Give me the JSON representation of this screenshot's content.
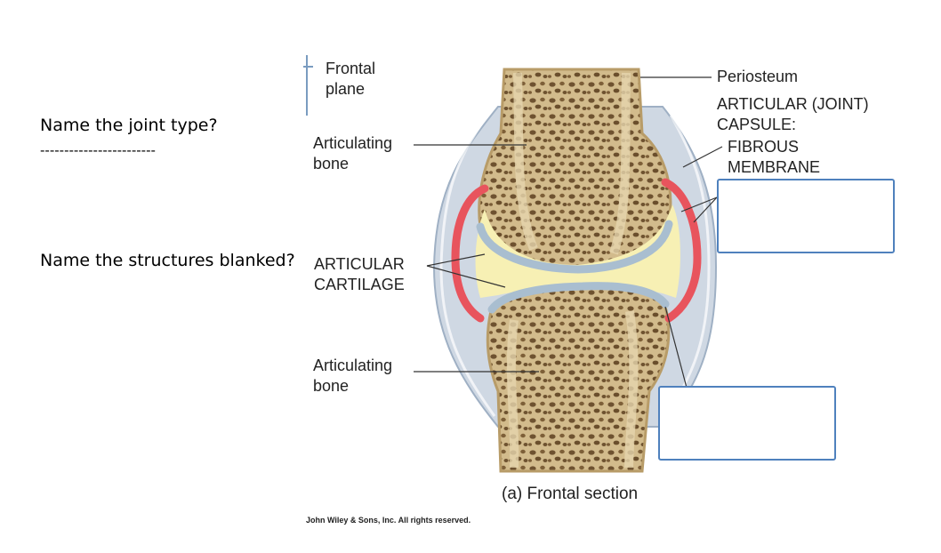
{
  "questions": {
    "joint_type": "Name the joint type?",
    "answer_line": "------------------------",
    "structures": "Name the structures blanked?"
  },
  "labels": {
    "frontal_plane": [
      "Frontal",
      "plane"
    ],
    "articulating_bone_top": [
      "Articulating",
      "bone"
    ],
    "articular_cartilage": [
      "ARTICULAR",
      "CARTILAGE"
    ],
    "articulating_bone_bottom": [
      "Articulating",
      "bone"
    ],
    "periosteum": "Periosteum",
    "capsule": [
      "ARTICULAR (JOINT)",
      "CAPSULE:"
    ],
    "fibrous_membrane": [
      "FIBROUS",
      "MEMBRANE"
    ]
  },
  "caption": "(a) Frontal section",
  "credit": "John Wiley & Sons, Inc. All rights reserved.",
  "colors": {
    "bone": "#d9c49a",
    "bone_dark": "#8a6a3e",
    "cartilage": "#a9bed0",
    "synovial_fluid": "#f7f0b4",
    "synovial_membrane": "#e8545d",
    "capsule": "#c9d3df",
    "blank_border": "#4f81bd"
  }
}
